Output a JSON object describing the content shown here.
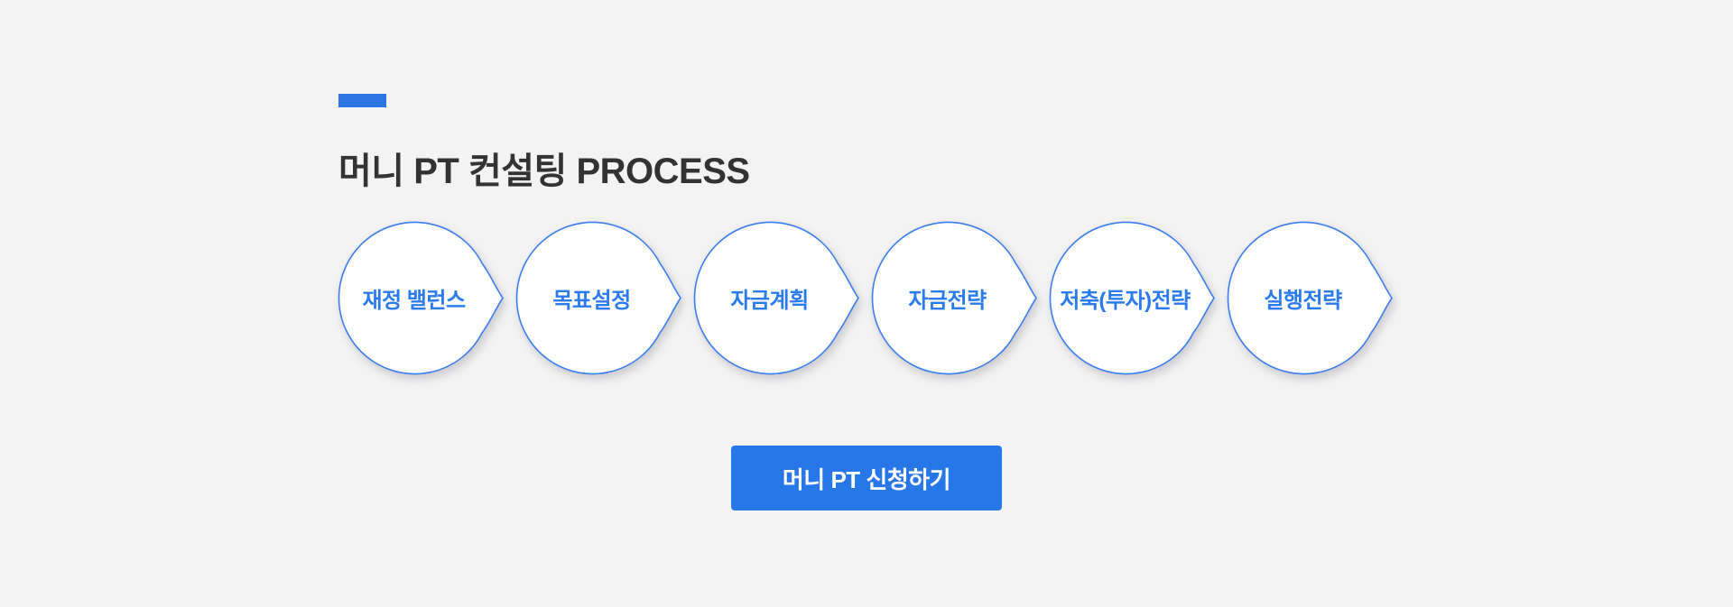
{
  "colors": {
    "page_bg": "#f3f3f4",
    "accent": "#2b76e3",
    "title": "#333333",
    "bubble_border": "#3b7ef0",
    "bubble_label": "#2b7bf0",
    "cta_bg": "#2777e8",
    "cta_text": "#ffffff"
  },
  "header": {
    "title": "머니 PT 컨설팅 PROCESS"
  },
  "process": {
    "steps": [
      {
        "label": "재정 밸런스"
      },
      {
        "label": "목표설정"
      },
      {
        "label": "자금계획"
      },
      {
        "label": "자금전략"
      },
      {
        "label": "저축(투자)전략"
      },
      {
        "label": "실행전략"
      }
    ]
  },
  "cta": {
    "label": "머니 PT 신청하기"
  }
}
